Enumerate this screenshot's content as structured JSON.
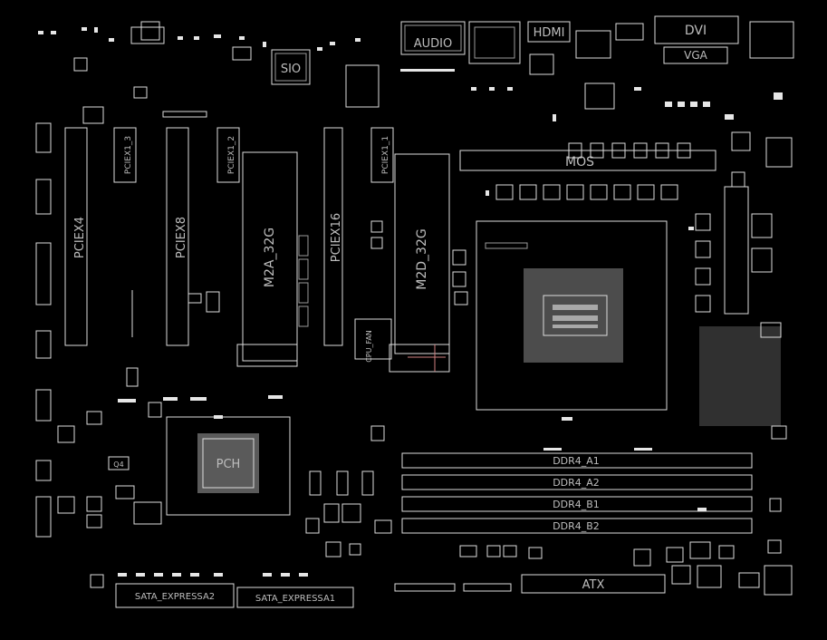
{
  "labels": {
    "audio": "AUDIO",
    "hdmi": "HDMI",
    "dvi": "DVI",
    "vga": "VGA",
    "sio": "SIO",
    "pciex4": "PCIEX4",
    "pciex8": "PCIEX8",
    "pciex16": "PCIEX16",
    "pciex1_3": "PCIEX1_3",
    "pciex1_2": "PCIEX1_2",
    "pciex1_1": "PCIEX1_1",
    "m2a": "M2A_32G",
    "m2d": "M2D_32G",
    "mos": "MOS",
    "pch": "PCH",
    "ddr4_a1": "DDR4_A1",
    "ddr4_a2": "DDR4_A2",
    "ddr4_b1": "DDR4_B1",
    "ddr4_b2": "DDR4_B2",
    "atx": "ATX",
    "sata2": "SATA_EXPRESSA2",
    "sata1": "SATA_EXPRESSA1",
    "q4": "Q4",
    "cpu_fan": "CPU_FAN"
  },
  "colors": {
    "background": "#000000",
    "outline": "#dcdcdc",
    "dim": "#9a9a9a",
    "trace": "#d08080"
  }
}
